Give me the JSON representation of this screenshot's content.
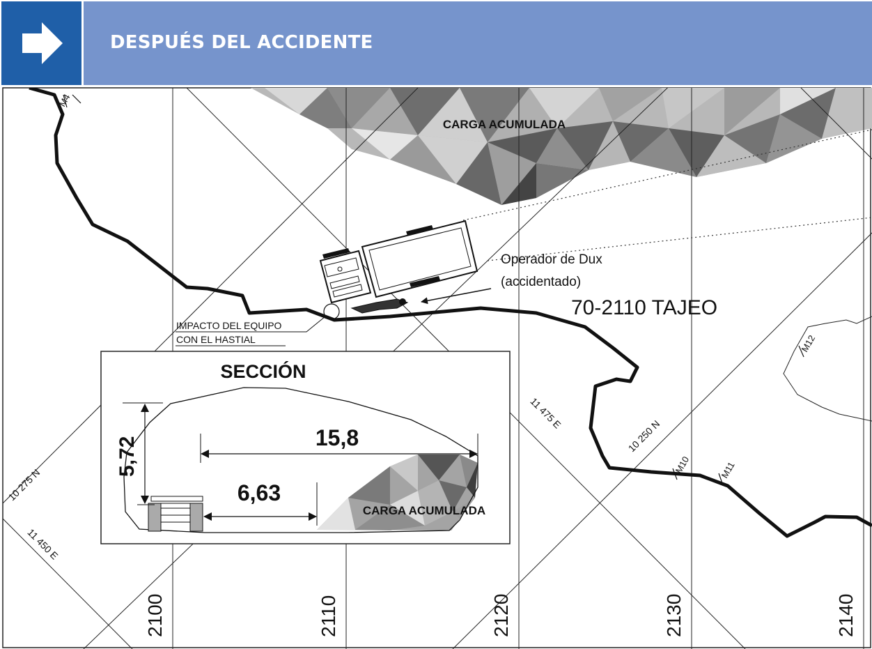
{
  "header": {
    "title": "DESPUÉS DEL ACCIDENTE",
    "icon": "arrow-right-icon",
    "colors": {
      "icon_box": "#1f5fa8",
      "title_bar": "#7694cc"
    }
  },
  "plan": {
    "top_pile_label": "CARGA ACUMULADA",
    "operator_label_1": "Operador de Dux",
    "operator_label_2": "(accidentado)",
    "stope_label": "70-2110 TAJEO",
    "impact_label_1": "IMPACTO DEL EQUIPO",
    "impact_label_2": "CON EL HASTIAL",
    "grid_x_labels": [
      "2100",
      "2110",
      "2120",
      "2130",
      "2140"
    ],
    "diag_labels": {
      "n_10275": "10 275 N",
      "e_11450": "11 450 E",
      "e_11475": "11 475 E",
      "n_10250": "10 250 N"
    },
    "markers": {
      "m4": "M4",
      "m10": "M10",
      "m11": "M11",
      "m12": "M12"
    }
  },
  "section": {
    "title": "SECCIÓN",
    "height_dim": "5,72",
    "width_dim": "15,8",
    "gap_dim": "6,63",
    "pile_label": "CARGA ACUMULADA"
  }
}
